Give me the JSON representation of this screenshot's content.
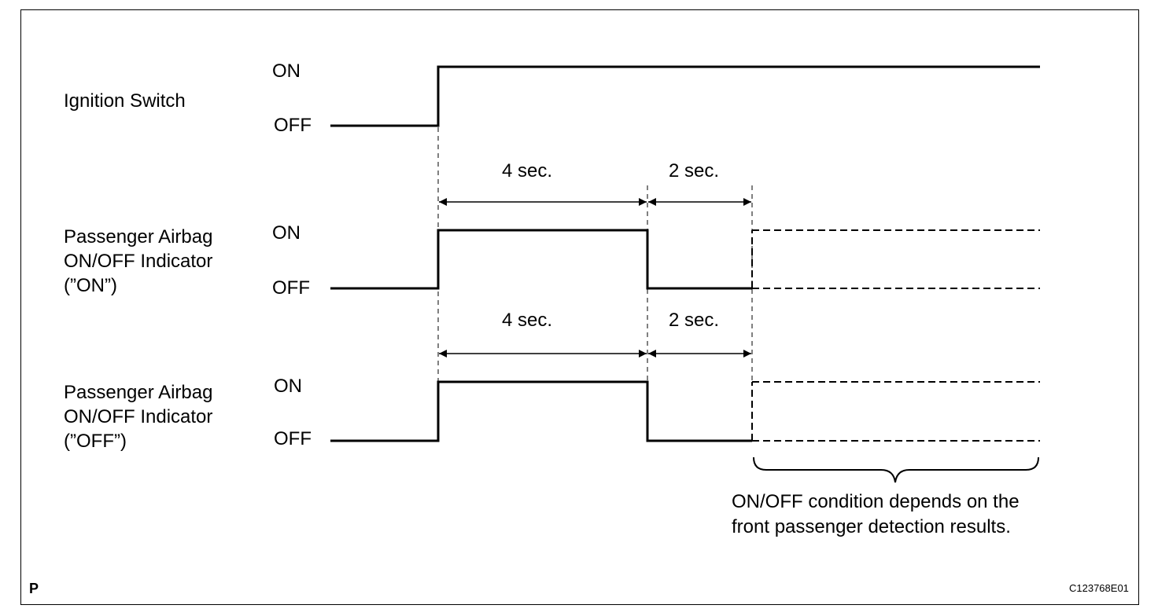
{
  "signals": {
    "ignition": {
      "name": "Ignition Switch",
      "on": "ON",
      "off": "OFF"
    },
    "indicator_on": {
      "name": [
        "Passenger Airbag",
        "ON/OFF Indicator",
        "(”ON”)"
      ],
      "on": "ON",
      "off": "OFF"
    },
    "indicator_off": {
      "name": [
        "Passenger Airbag",
        "ON/OFF Indicator",
        "(”OFF”)"
      ],
      "on": "ON",
      "off": "OFF"
    }
  },
  "timing": {
    "row1": {
      "first": "4 sec.",
      "second": "2 sec."
    },
    "row2": {
      "first": "4 sec.",
      "second": "2 sec."
    }
  },
  "note": [
    "ON/OFF condition depends on the",
    "front passenger detection results."
  ],
  "corner_letter": "P",
  "figure_id": "C123768E01"
}
